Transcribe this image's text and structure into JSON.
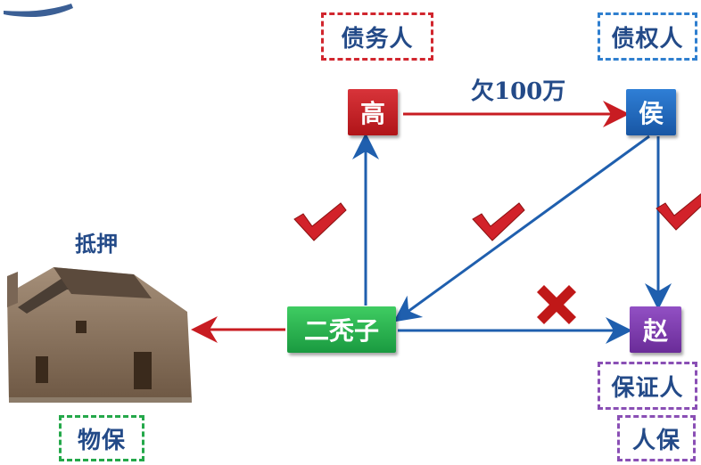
{
  "colors": {
    "red": "#c81c22",
    "blue": "#1f5fae",
    "green": "#22b24c",
    "purple": "#7a3aa8",
    "check": "#d2222a",
    "cross": "#c01818",
    "tag_red": "#d1262e",
    "tag_blue": "#2f7fcf",
    "tag_green": "#24a84a",
    "tag_purple": "#8a4fb5",
    "text_blue": "#234a88"
  },
  "roles": {
    "debtor": "债务人",
    "creditor": "债权人",
    "guarantor": "保证人",
    "personal_guarantee": "人保",
    "property_guarantee": "物保"
  },
  "nodes": {
    "gao": "高",
    "hou": "侯",
    "ertuzi": "二秃子",
    "zhao": "赵"
  },
  "labels": {
    "debt": "欠100万",
    "mortgage": "抵押"
  },
  "icons": {
    "check": "checkmark-icon",
    "cross": "cross-icon",
    "house": "house-illustration"
  }
}
